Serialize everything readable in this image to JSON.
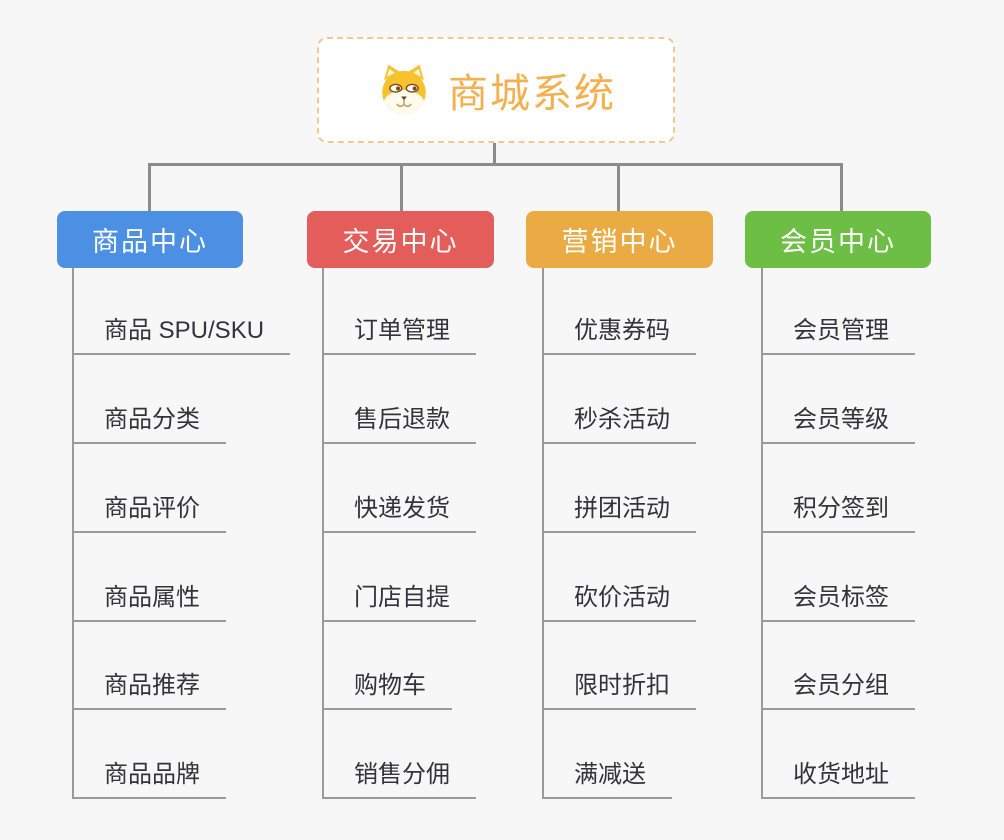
{
  "root": {
    "title": "商城系统",
    "icon": "shiba-dog-icon"
  },
  "branches": [
    {
      "title": "商品中心",
      "color": "#4b90e2",
      "items": [
        "商品 SPU/SKU",
        "商品分类",
        "商品评价",
        "商品属性",
        "商品推荐",
        "商品品牌"
      ]
    },
    {
      "title": "交易中心",
      "color": "#e35d5b",
      "items": [
        "订单管理",
        "售后退款",
        "快递发货",
        "门店自提",
        "购物车",
        "销售分佣"
      ]
    },
    {
      "title": "营销中心",
      "color": "#ebab44",
      "items": [
        "优惠券码",
        "秒杀活动",
        "拼团活动",
        "砍价活动",
        "限时折扣",
        "满减送"
      ]
    },
    {
      "title": "会员中心",
      "color": "#6dbe45",
      "items": [
        "会员管理",
        "会员等级",
        "积分签到",
        "会员标签",
        "会员分组",
        "收货地址"
      ]
    }
  ],
  "colors": {
    "background": "#f7f7f7",
    "root_accent": "#f4b04e",
    "root_border": "#f3c98f",
    "connector": "#8c8c8c",
    "item_line": "#9a9a9a",
    "item_text": "#33333a"
  }
}
